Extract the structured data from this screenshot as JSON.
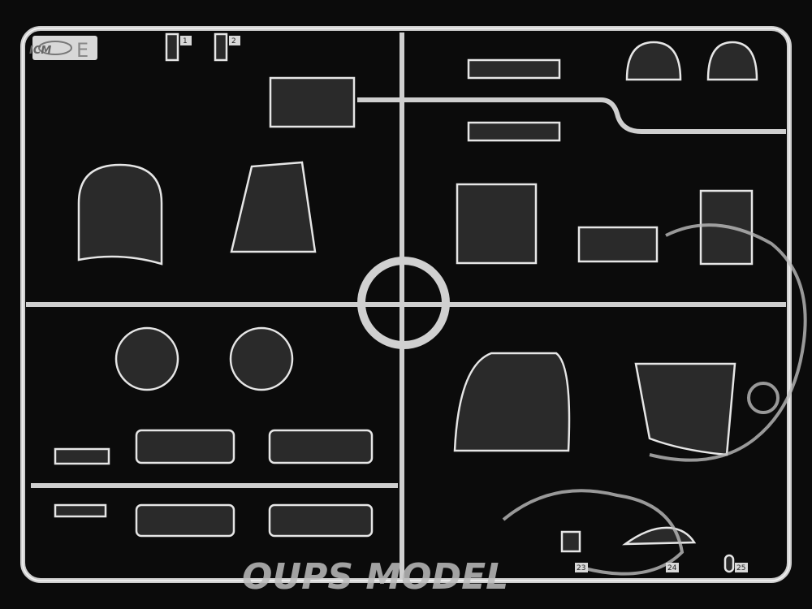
{
  "sprue": {
    "brand_logo": "ICM",
    "letter": "E",
    "part_numbers": [
      "1",
      "2",
      "23",
      "24",
      "25"
    ]
  },
  "watermark": "OUPS MODEL"
}
